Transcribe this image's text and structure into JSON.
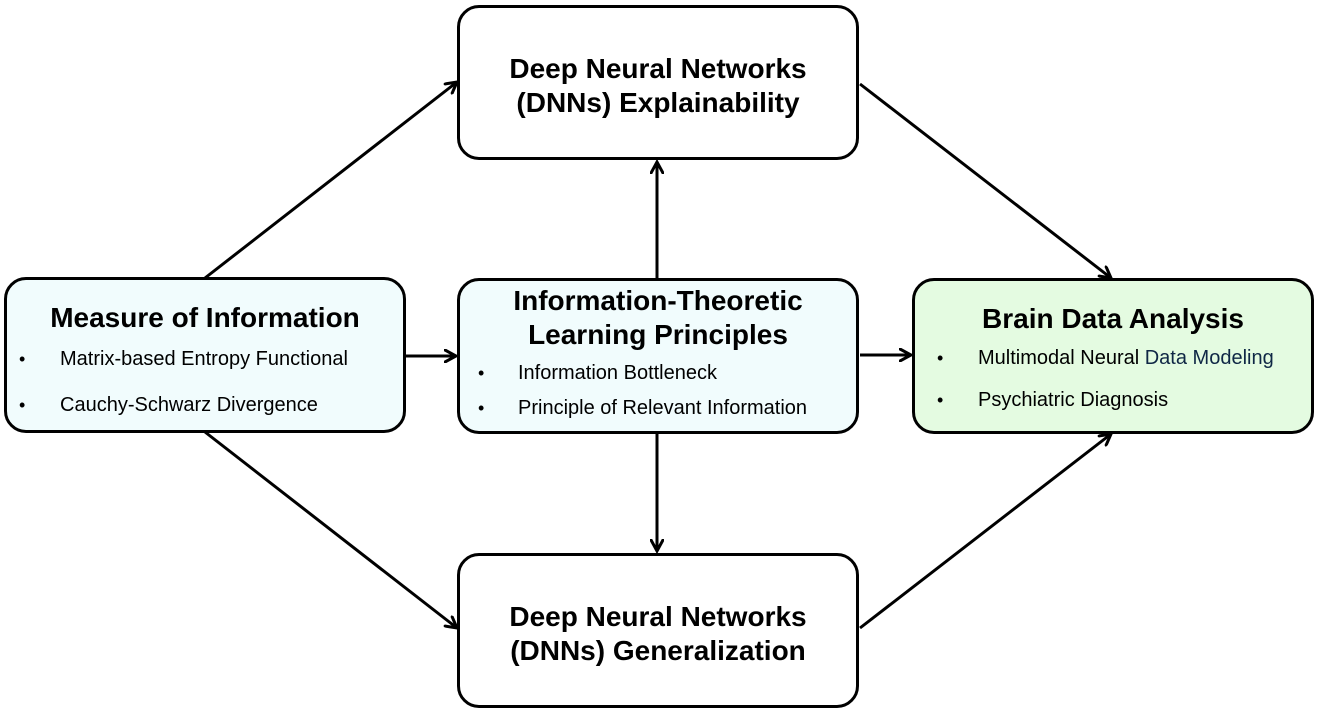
{
  "colors": {
    "stroke": "#000000",
    "box_blue": "#f1fcfd",
    "box_green": "#e4fbe1",
    "box_white": "#ffffff",
    "accent_text": "#0f2745"
  },
  "nodes": {
    "explainability": {
      "title_line1": "Deep Neural Networks",
      "title_line2": "(DNNs) Explainability"
    },
    "measure": {
      "title": "Measure of Information",
      "bullet_glyph": "•",
      "items": [
        "Matrix-based Entropy Functional",
        "Cauchy-Schwarz Divergence"
      ]
    },
    "principles": {
      "title_line1": "Information-Theoretic",
      "title_line2": "Learning Principles",
      "bullet_glyph": "•",
      "items": [
        "Information Bottleneck",
        "Principle of Relevant Information"
      ]
    },
    "brain": {
      "title": "Brain Data Analysis",
      "bullet_glyph": "•",
      "item1_part1": "Multimodal Neural ",
      "item1_part2": "Data Modeling",
      "item2": "Psychiatric Diagnosis"
    },
    "generalization": {
      "title_line1": "Deep Neural Networks",
      "title_line2": "(DNNs) Generalization"
    }
  }
}
